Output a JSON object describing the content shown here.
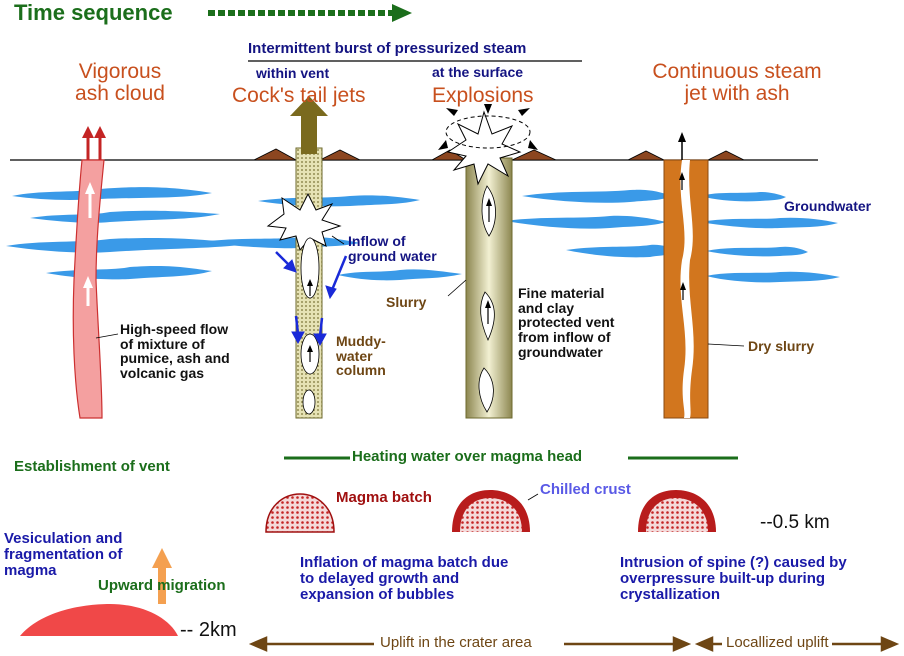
{
  "header": {
    "time_sequence": "Time sequence"
  },
  "stages": {
    "intermittent": "Intermittent burst of pressurized steam",
    "within_vent": "within vent",
    "at_surface": "at the surface",
    "vigorous": "Vigorous\nash cloud",
    "cocks_tail": "Cock's tail jets",
    "explosions": "Explosions",
    "continuous": "Continuous steam\njet with ash"
  },
  "labels": {
    "groundwater": "Groundwater",
    "inflow": "Inflow of\nground water",
    "slurry": "Slurry",
    "fine_material": "Fine material\nand clay\nprotected vent\nfrom inflow of\ngroundwater",
    "high_speed": "High-speed flow\nof mixture of\npumice, ash and\nvolcanic gas",
    "muddy": "Muddy-\nwater\ncolumn",
    "dry_slurry": "Dry slurry"
  },
  "lower": {
    "establishment": "Establishment of vent",
    "heating": "Heating water over magma head",
    "magma_batch": "Magma batch",
    "chilled_crust": "Chilled crust",
    "depth_05": "--0.5 km",
    "vesiculation": "Vesiculation and\nfragmentation of\nmagma",
    "upward": "Upward migration",
    "inflation": "Inflation of magma batch due\nto delayed growth and\nexpansion of bubbles",
    "intrusion": "Intrusion of spine (?) caused by\noverpressure built-up during\ncrystallization",
    "depth_2": "-- 2km",
    "uplift_crater": "Uplift in the crater area",
    "localized_uplift": "Locallized uplift"
  },
  "colors": {
    "title_orange": "#c8501e",
    "navy_text": "#141482",
    "green_text": "#1b6e1b",
    "groundwater_blue": "#3a9ae8",
    "magma_red": "#c42424",
    "pink_vent": "#f4a0a0",
    "khaki_vent": "#c8c48c",
    "orange_vent": "#d2761e"
  }
}
